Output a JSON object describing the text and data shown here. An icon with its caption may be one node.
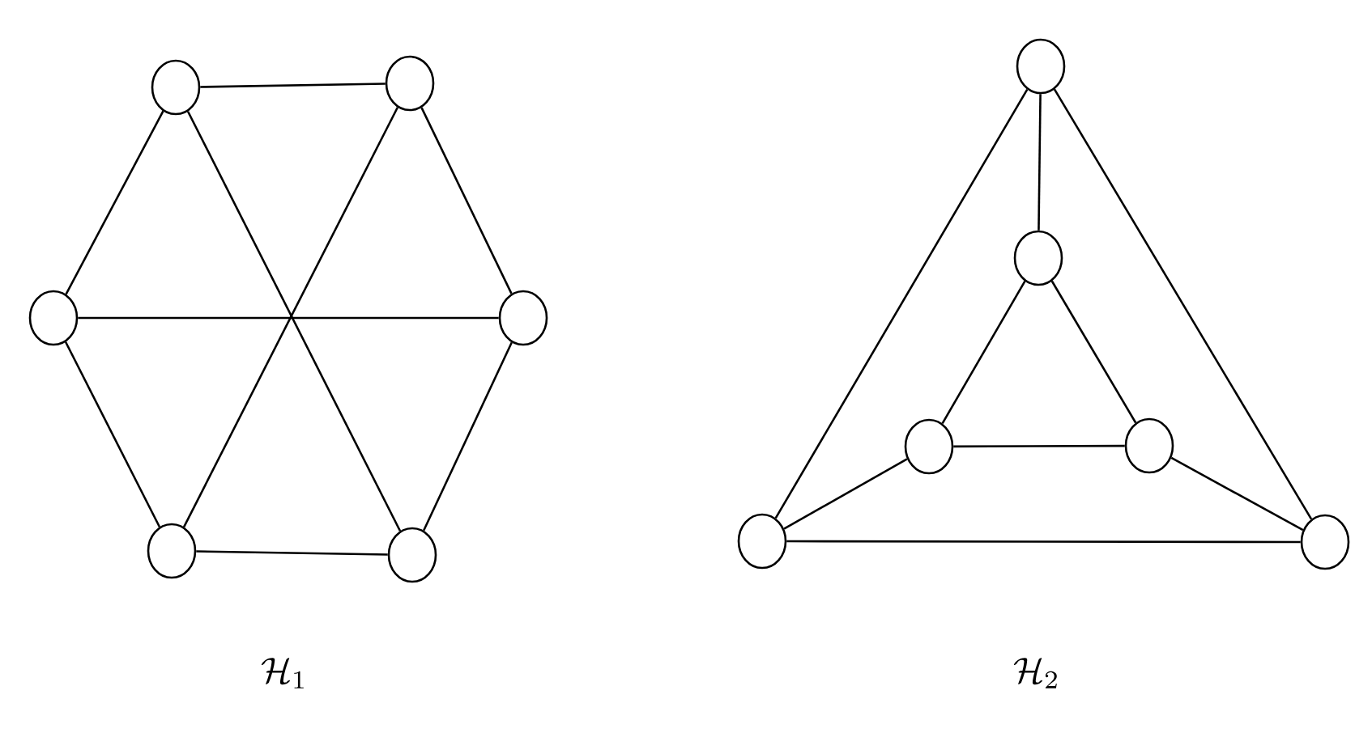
{
  "diagram": {
    "nodes": [
      {
        "text": [],
        "shape": "circle"
      },
      {
        "text": [],
        "shape": "circle"
      },
      {
        "text": [],
        "shape": "circle"
      },
      {
        "text": [],
        "shape": "circle"
      },
      {
        "text": [],
        "shape": "circle"
      },
      {
        "text": [],
        "shape": "circle"
      },
      {
        "text": [],
        "shape": "circle"
      },
      {
        "text": [],
        "shape": "circle"
      },
      {
        "text": [],
        "shape": "circle"
      },
      {
        "text": [],
        "shape": "circle"
      },
      {
        "text": [],
        "shape": "circle"
      },
      {
        "text": [],
        "shape": "circle"
      }
    ],
    "edges": [
      {
        "from": 0,
        "to": 1,
        "arrow": "none"
      },
      {
        "from": 0,
        "to": 2,
        "arrow": "none"
      },
      {
        "from": 1,
        "to": 3,
        "arrow": "none"
      },
      {
        "from": 2,
        "to": 4,
        "arrow": "none"
      },
      {
        "from": 3,
        "to": 5,
        "arrow": "none"
      },
      {
        "from": 4,
        "to": 5,
        "arrow": "none"
      },
      {
        "from": 0,
        "to": 5,
        "arrow": "none"
      },
      {
        "from": 1,
        "to": 4,
        "arrow": "none"
      },
      {
        "from": 2,
        "to": 3,
        "arrow": "none"
      },
      {
        "from": 6,
        "to": 7,
        "arrow": "none"
      },
      {
        "from": 6,
        "to": 10,
        "arrow": "none"
      },
      {
        "from": 6,
        "to": 11,
        "arrow": "none"
      },
      {
        "from": 7,
        "to": 8,
        "arrow": "none"
      },
      {
        "from": 7,
        "to": 9,
        "arrow": "none"
      },
      {
        "from": 8,
        "to": 9,
        "arrow": "none"
      },
      {
        "from": 8,
        "to": 10,
        "arrow": "none"
      },
      {
        "from": 9,
        "to": 11,
        "arrow": "none"
      },
      {
        "from": 10,
        "to": 11,
        "arrow": "none"
      }
    ],
    "labels": [
      "\\mathcal{H}_1",
      "\\mathcal{H}_2"
    ]
  }
}
